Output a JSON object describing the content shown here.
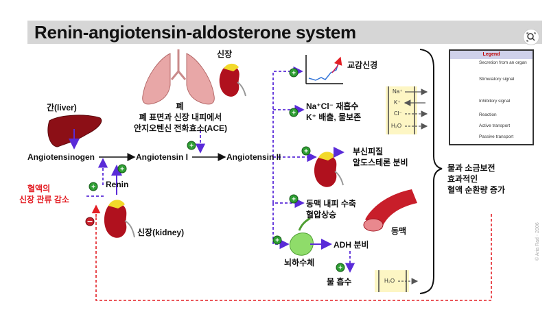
{
  "title": "Renin-angiotensin-aldosterone system",
  "labels": {
    "liver": "간(liver)",
    "angiotensinogen": "Angiotensinogen",
    "renin": "Renin",
    "low_renal_flow_1": "혈액의",
    "low_renal_flow_2": "신장 관류 감소",
    "kidney": "신장(kidney)",
    "lung_1": "폐",
    "lung_2": "폐 표면과 신장 내피에서",
    "lung_3": "안지오텐신 전화효소(ACE)",
    "kidney_top": "신장",
    "angiotensin1": "Angiotensin I",
    "angiotensin2": "Angiotensin II",
    "sympathetic": "교감신경",
    "nacl_1": "Na⁺Cl⁻ 재흡수",
    "nacl_2": "K⁺ 배출, 물보존",
    "adrenal_1": "부신피질",
    "adrenal_2": "알도스테론 분비",
    "artery_1": "동맥 내피 수축",
    "artery_2": "혈압상승",
    "artery": "동맥",
    "pituitary": "뇌하수체",
    "adh": "ADH 분비",
    "water": "물 흡수",
    "outcome_1": "물과 소금보전",
    "outcome_2": "효과적인",
    "outcome_3": "혈액 순환량 증가"
  },
  "ions": {
    "na": "Na⁺",
    "k": "K⁺",
    "cl": "Cl⁻",
    "h2o": "H₂O",
    "h2o_water": "H₂O"
  },
  "legend": {
    "title": "Legend",
    "items": [
      {
        "label": "Secretion from an organ"
      },
      {
        "label": "Stimulatory signal"
      },
      {
        "label": "Inhibitory signal"
      },
      {
        "label": "Reaction"
      },
      {
        "label": "Active transport"
      },
      {
        "label": "Passive transport"
      }
    ]
  },
  "copyright": "© Aria Rad - 2006",
  "colors": {
    "secretion": "#5a2bd8",
    "inhibitory": "#e31e24",
    "stimulatory": "#2f9e34",
    "reaction": "#111111"
  }
}
